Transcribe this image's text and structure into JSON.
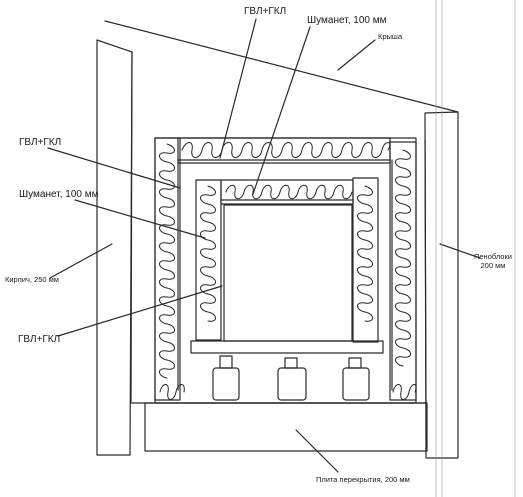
{
  "labels": {
    "gvl_top": "ГВЛ+ГКЛ",
    "gvl_left": "ГВЛ+ГКЛ",
    "gvl_bottom": "ГВЛ+ГКЛ",
    "shumanet_top": "Шуманет, 100 мм",
    "shumanet_left": "Шуманет, 100 мм",
    "roof": "Крыша",
    "brick": "Кирпич, 250 мм",
    "foam_line1": "Пеноблоки",
    "foam_line2": "200 мм",
    "slab": "Плита перекрытия, 200 мм"
  },
  "colors": {
    "ink": "#2a2a2a",
    "paper": "#ffffff"
  }
}
